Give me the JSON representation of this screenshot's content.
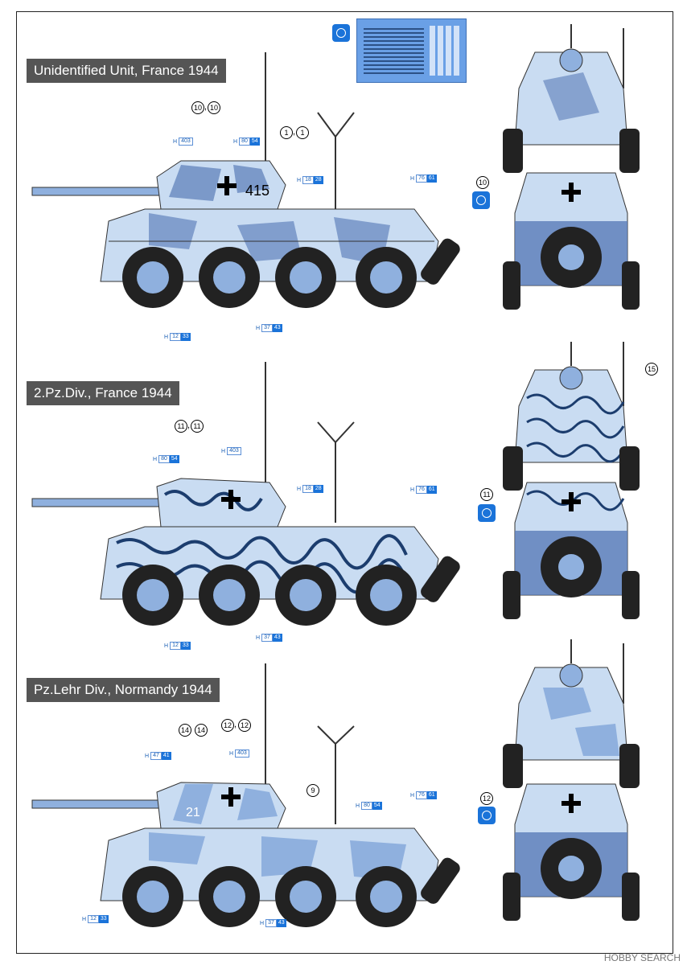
{
  "schemes": [
    {
      "title": "Unidentified Unit, France 1944",
      "callouts": [
        {
          "label": "10",
          "pair": "10"
        },
        {
          "label": "1",
          "pair": "1"
        }
      ],
      "hull_number": "415",
      "color_codes": [
        {
          "a": "403",
          "b": ""
        },
        {
          "a": "80",
          "b": "54"
        },
        {
          "a": "18",
          "b": "28"
        },
        {
          "a": "76",
          "b": "61"
        },
        {
          "a": "12",
          "b": "33"
        },
        {
          "a": "37",
          "b": "43"
        }
      ],
      "rear_callout": "10"
    },
    {
      "title": "2.Pz.Div., France 1944",
      "callouts": [
        {
          "label": "11",
          "pair": "11"
        }
      ],
      "hull_number": "",
      "color_codes": [
        {
          "a": "403",
          "b": ""
        },
        {
          "a": "80",
          "b": "54"
        },
        {
          "a": "18",
          "b": "28"
        },
        {
          "a": "76",
          "b": "61"
        },
        {
          "a": "12",
          "b": "33"
        },
        {
          "a": "37",
          "b": "43"
        }
      ],
      "front_callout": "15",
      "rear_callout": "11"
    },
    {
      "title": "Pz.Lehr Div., Normandy 1944",
      "callouts": [
        {
          "label": "14",
          "pair": "14"
        },
        {
          "label": "12",
          "pair": "12"
        },
        {
          "label": "9",
          "pair": ""
        }
      ],
      "hull_number": "21",
      "color_codes": [
        {
          "a": "47",
          "b": "41"
        },
        {
          "a": "403",
          "b": ""
        },
        {
          "a": "80",
          "b": "54"
        },
        {
          "a": "76",
          "b": "61"
        },
        {
          "a": "12",
          "b": "33"
        },
        {
          "a": "37",
          "b": "43"
        }
      ],
      "rear_callout": "12"
    }
  ],
  "h_prefix": "H",
  "watermark": "HOBBY SEARCH",
  "colors": {
    "camo_light": "#c9dcf2",
    "camo_dark": "#5a7cb8",
    "camo_mid": "#8fb0de",
    "code_blue": "#1a73d9",
    "title_bg": "#555555"
  },
  "icons": [
    "decal-sheet-icon",
    "decal-tag-icon",
    "balkenkreuz-icon"
  ]
}
